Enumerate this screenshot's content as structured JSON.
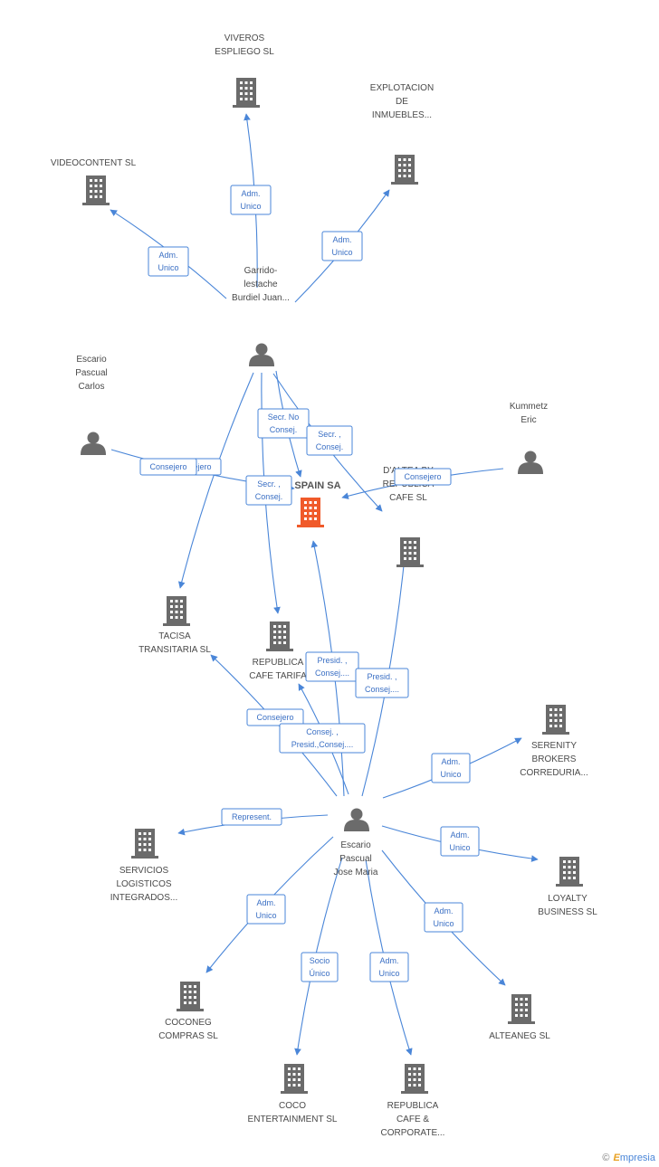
{
  "colors": {
    "edge": "#4a86d8",
    "company": "#6b6b6b",
    "center": "#f05a2a",
    "person": "#6b6b6b"
  },
  "nodes": [
    {
      "id": "viveros",
      "type": "company",
      "label": [
        "VIVEROS",
        "ESPLIEGO SL"
      ]
    },
    {
      "id": "explotacion",
      "type": "company",
      "label": [
        "EXPLOTACION",
        "DE",
        "INMUEBLES..."
      ]
    },
    {
      "id": "videocontent",
      "type": "company",
      "label": [
        "VIDEOCONTENT SL"
      ]
    },
    {
      "id": "garrido",
      "type": "person",
      "label": [
        "Garrido-",
        "lestache",
        "Burdiel Juan..."
      ]
    },
    {
      "id": "escario_carlos",
      "type": "person",
      "label": [
        "Escario",
        "Pascual",
        "Carlos"
      ]
    },
    {
      "id": "kummetz",
      "type": "person",
      "label": [
        "Kummetz",
        "Eric"
      ]
    },
    {
      "id": "spain",
      "type": "center",
      "label": [
        "SPAIN SA"
      ]
    },
    {
      "id": "daltea",
      "type": "company",
      "label": [
        "D'ALTEA BY",
        "REPUBLICA",
        "CAFE SL"
      ]
    },
    {
      "id": "tacisa",
      "type": "company",
      "label": [
        "TACISA",
        "TRANSITARIA SL"
      ]
    },
    {
      "id": "rep_tarifa",
      "type": "company",
      "label": [
        "REPUBLICA",
        "CAFE TARIFA"
      ]
    },
    {
      "id": "serenity",
      "type": "company",
      "label": [
        "SERENITY",
        "BROKERS",
        "CORREDURIA..."
      ]
    },
    {
      "id": "escario_jose",
      "type": "person",
      "label": [
        "Escario",
        "Pascual",
        "Jose Maria"
      ]
    },
    {
      "id": "servicios",
      "type": "company",
      "label": [
        "SERVICIOS",
        "LOGISTICOS",
        "INTEGRADOS..."
      ]
    },
    {
      "id": "loyalty",
      "type": "company",
      "label": [
        "LOYALTY",
        "BUSINESS  SL"
      ]
    },
    {
      "id": "coconeg",
      "type": "company",
      "label": [
        "COCONEG",
        "COMPRAS SL"
      ]
    },
    {
      "id": "alteaneg",
      "type": "company",
      "label": [
        "ALTEANEG SL"
      ]
    },
    {
      "id": "coco_ent",
      "type": "company",
      "label": [
        "COCO",
        "ENTERTAINMENT SL"
      ]
    },
    {
      "id": "rep_corporate",
      "type": "company",
      "label": [
        "REPUBLICA",
        "CAFE &",
        "CORPORATE..."
      ]
    }
  ],
  "edges": [
    {
      "from": "garrido",
      "to": "viveros",
      "label": [
        "Adm.",
        "Unico"
      ]
    },
    {
      "from": "garrido",
      "to": "videocontent",
      "label": [
        "Adm.",
        "Unico"
      ]
    },
    {
      "from": "garrido",
      "to": "explotacion",
      "label": [
        "Adm.",
        "Unico"
      ]
    },
    {
      "from": "garrido",
      "to": "spain",
      "label": [
        "Secr.  No",
        "Consej."
      ]
    },
    {
      "from": "garrido",
      "to": "daltea",
      "label": [
        "Secr. ,",
        "Consej."
      ]
    },
    {
      "from": "garrido",
      "to": "tacisa",
      "label": []
    },
    {
      "from": "garrido",
      "to": "rep_tarifa",
      "label": [
        "Secr. ,",
        "Consej."
      ]
    },
    {
      "from": "escario_carlos",
      "to": "spain",
      "label": [
        "Consejero"
      ]
    },
    {
      "from": "kummetz",
      "to": "spain",
      "label": [
        "Consejero"
      ]
    },
    {
      "from": "escario_jose",
      "to": "spain",
      "label": [
        "Presid. ,",
        "Consej...."
      ]
    },
    {
      "from": "escario_jose",
      "to": "daltea",
      "label": [
        "Presid. ,",
        "Consej...."
      ]
    },
    {
      "from": "escario_jose",
      "to": "tacisa",
      "label": [
        "Consejero"
      ]
    },
    {
      "from": "escario_jose",
      "to": "rep_tarifa",
      "label": [
        "Consej. ,",
        "Presid.,Consej...."
      ]
    },
    {
      "from": "escario_jose",
      "to": "serenity",
      "label": [
        "Adm.",
        "Unico"
      ]
    },
    {
      "from": "escario_jose",
      "to": "servicios",
      "label": [
        "Represent."
      ]
    },
    {
      "from": "escario_jose",
      "to": "loyalty",
      "label": [
        "Adm.",
        "Unico"
      ]
    },
    {
      "from": "escario_jose",
      "to": "coconeg",
      "label": [
        "Adm.",
        "Unico"
      ]
    },
    {
      "from": "escario_jose",
      "to": "alteaneg",
      "label": [
        "Adm.",
        "Unico"
      ]
    },
    {
      "from": "escario_jose",
      "to": "coco_ent",
      "label": [
        "Socio",
        "Único"
      ]
    },
    {
      "from": "escario_jose",
      "to": "rep_corporate",
      "label": [
        "Adm.",
        "Unico"
      ]
    }
  ],
  "extra_labels": [
    {
      "label": [
        "Consejero"
      ]
    }
  ],
  "brand": {
    "copyright": "©",
    "name_e": "E",
    "name_rest": "mpresia"
  }
}
